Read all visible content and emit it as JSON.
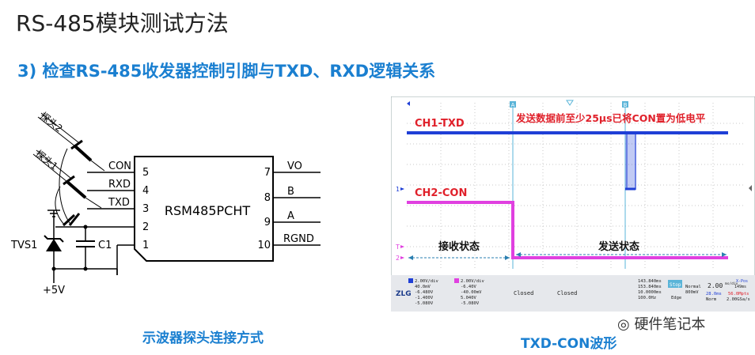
{
  "title": "RS-485模块测试方法",
  "subtitle": "3) 检查RS-485收发器控制引脚与TXD、RXD逻辑关系",
  "schematic": {
    "chip_name": "RSM485PCHT",
    "left_pins": [
      {
        "label": "CON",
        "num": "5"
      },
      {
        "label": "RXD",
        "num": "4"
      },
      {
        "label": "TXD",
        "num": "3"
      },
      {
        "label": "",
        "num": "2"
      },
      {
        "label": "",
        "num": "1"
      }
    ],
    "right_pins": [
      {
        "label": "VO",
        "num": "7"
      },
      {
        "label": "B",
        "num": "8"
      },
      {
        "label": "A",
        "num": "9"
      },
      {
        "label": "RGND",
        "num": "10"
      }
    ],
    "probe2": "探头2",
    "probe1": "探头1",
    "tvs": "TVS1",
    "cap": "C1",
    "supply": "+5V",
    "caption": "示波器探头连接方式"
  },
  "scope": {
    "ch1_label": "CH1-TXD",
    "ch2_label": "CH2-CON",
    "annotation": "发送数据前至少25μs已将CON置为低电平",
    "recv_state": "接收状态",
    "send_state": "发送状态",
    "marker_a": "A",
    "marker_b": "B",
    "ch1_marker": "1",
    "t_marker": "T",
    "ch2_marker": "2",
    "status": {
      "ch1_div": "2.00V/div",
      "ch1_pos": "40.0mV",
      "ch1_ya": "-6.480V",
      "ch1_yb": "-1.400V",
      "ch1_dy": "-5.080V",
      "ch2_div": "2.00V/div",
      "ch2_pos": "-6.40V",
      "ch2_ya": "-40.00mV",
      "ch2_yb": "5.040V",
      "ch2_dy": "-5.080V",
      "ch3": "Closed",
      "ch4": "Closed",
      "xa": "143.840ms",
      "xb": "153.840ms",
      "dx": "10.0000ms",
      "f": "100.0Hz",
      "stop": "Stop",
      "normal": "Normal",
      "t_val": "800mV",
      "edge": "Edge",
      "timebase": "2.00",
      "timebase_unit": "ms/div",
      "xpos": "X-Pos",
      "xpos_val": "149ms",
      "rec": "28.0ms",
      "srate": "56.0Mpts",
      "norm": "Norm",
      "gsa": "2.00GSa/s"
    },
    "caption": "TXD-CON波形"
  },
  "watermark": "硬件笔记本",
  "colors": {
    "ch1": "#1f3fd6",
    "ch2": "#e040e0",
    "annotation": "#e0202a",
    "accent": "#1a7fd0",
    "cursor": "#5ab4d8"
  }
}
